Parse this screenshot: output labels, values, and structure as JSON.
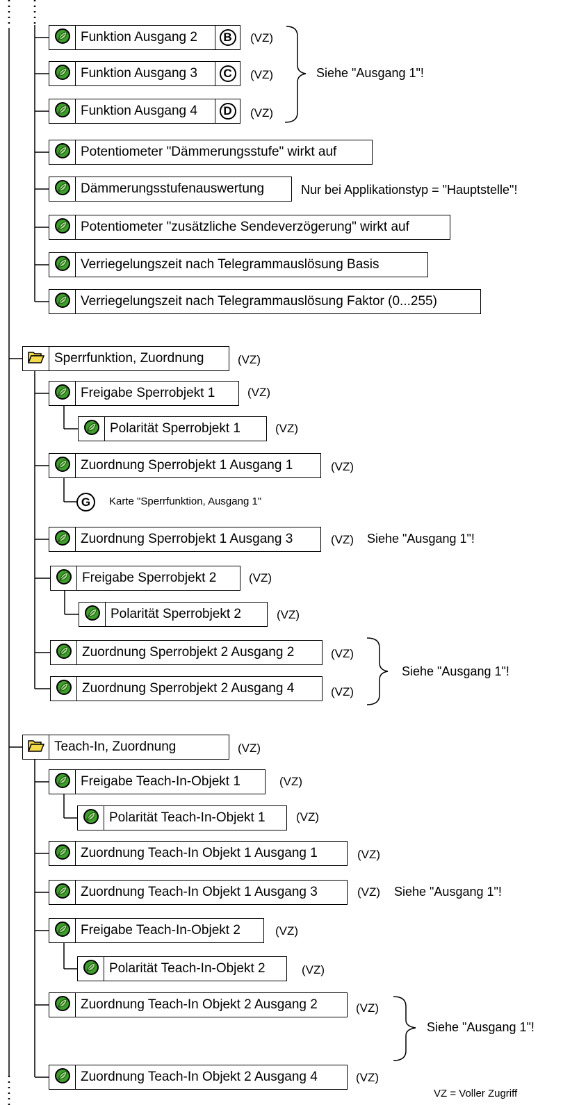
{
  "parameters": {
    "func_out2": "Funktion Ausgang 2",
    "func_out3": "Funktion Ausgang 3",
    "func_out4": "Funktion Ausgang 4",
    "poti_daemmerung": "Potentiometer \"Dämmerungsstufe\" wirkt auf",
    "daemmerung_auswertung": "Dämmerungsstufenauswertung",
    "poti_sendeverz": "Potentiometer \"zusätzliche Sendeverzögerung\" wirkt auf",
    "verriegelung_basis": "Verriegelungszeit nach Telegrammauslösung Basis",
    "verriegelung_faktor": "Verriegelungszeit nach Telegrammauslösung Faktor (0...255)",
    "freigabe_sperr1": "Freigabe Sperrobjekt 1",
    "polaritaet_sperr1": "Polarität Sperrobjekt 1",
    "zuord_sperr1_out1": "Zuordnung Sperrobjekt 1 Ausgang 1",
    "zuord_sperr1_out3": "Zuordnung Sperrobjekt 1 Ausgang 3",
    "freigabe_sperr2": "Freigabe Sperrobjekt 2",
    "polaritaet_sperr2": "Polarität Sperrobjekt 2",
    "zuord_sperr2_out2": "Zuordnung Sperrobjekt 2 Ausgang 2",
    "zuord_sperr2_out4": "Zuordnung Sperrobjekt 2 Ausgang 4",
    "freigabe_teach1": "Freigabe Teach-In-Objekt 1",
    "polaritaet_teach1": "Polarität Teach-In-Objekt 1",
    "zuord_teach1_out1": "Zuordnung Teach-In Objekt 1 Ausgang 1",
    "zuord_teach1_out3": "Zuordnung Teach-In Objekt 1 Ausgang 3",
    "freigabe_teach2": "Freigabe Teach-In-Objekt 2",
    "polaritaet_teach2": "Polarität Teach-In-Objekt 2",
    "zuord_teach2_out2": "Zuordnung Teach-In Objekt 2 Ausgang 2",
    "zuord_teach2_out4": "Zuordnung Teach-In Objekt 2 Ausgang 4"
  },
  "folders": {
    "sperrfunktion": "Sperrfunktion, Zuordnung",
    "teach_in": "Teach-In, Zuordnung"
  },
  "markers": {
    "b": "B",
    "c": "C",
    "d": "D",
    "g": "G"
  },
  "texts": {
    "vz": "(VZ)",
    "see_output1": "Siehe \"Ausgang 1\"!",
    "nur_bei_haupt": "Nur bei Applikationstyp = \"Hauptstelle\"!",
    "karte_sperr": "Karte \"Sperrfunktion, Ausgang 1\"",
    "legend": "VZ = Voller Zugriff"
  },
  "colors": {
    "parameter_icon_fill": "#3e9e2c",
    "folder_icon_fill": "#f4d94a"
  },
  "icons": {
    "parameter": "green-leaf-icon",
    "folder": "open-folder-icon"
  }
}
